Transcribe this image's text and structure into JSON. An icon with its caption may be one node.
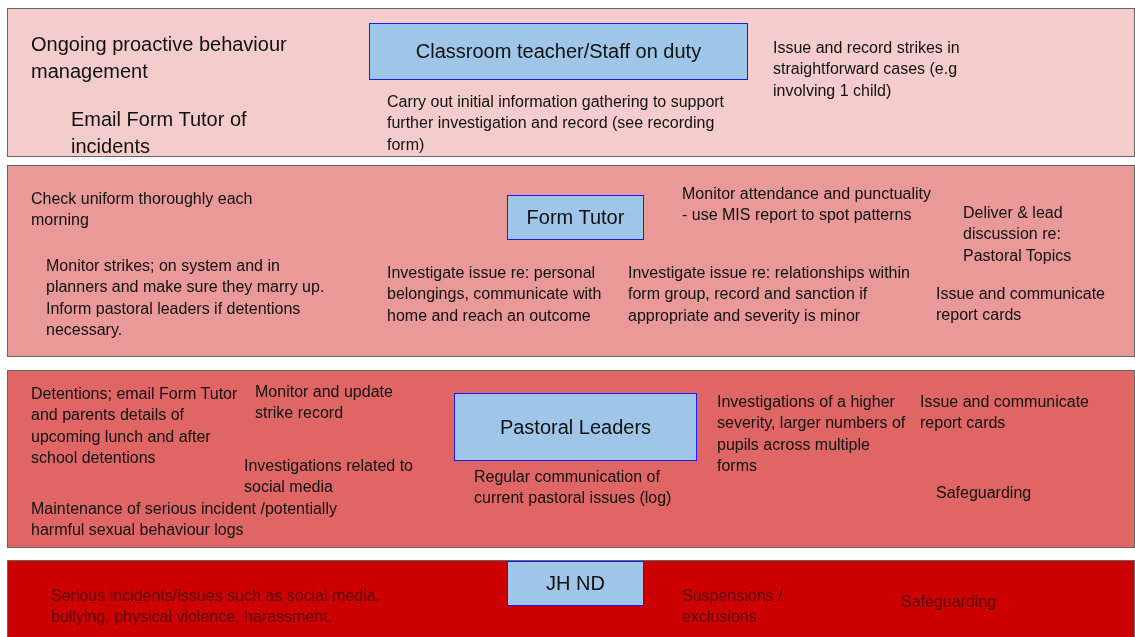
{
  "diagram": {
    "nodes": [
      {
        "text": [
          "Ongoing proactive behaviour management",
          "Email Form Tutor of incidents",
          "Carry out initial information gathering to support further investigation and record (see recording form)",
          "Issue and record strikes in straightforward cases (e.g involving 1 child)"
        ]
      },
      {
        "text": [
          "Classroom teacher/Staff on duty"
        ],
        "in": 0
      },
      {
        "text": [
          "Check uniform thoroughly each morning",
          "Monitor strikes; on system and in planners and make sure they marry up. Inform pastoral leaders if detentions necessary.",
          "Investigate issue re: personal belongings, communicate with home and reach an outcome",
          "Monitor attendance and punctuality - use MIS report to spot patterns",
          "Investigate issue re: relationships within form group, record and sanction if appropriate and severity is minor",
          "Deliver & lead discussion re: Pastoral Topics",
          "Issue and communicate report cards"
        ]
      },
      {
        "text": [
          "Form Tutor"
        ],
        "in": 2
      },
      {
        "text": [
          "Detentions; email Form Tutor and parents details of upcoming lunch and after school detentions",
          "Monitor and update strike record",
          "Investigations related to social media",
          "Maintenance of serious incident /potentially  harmful sexual behaviour logs",
          "Regular communication of current pastoral issues (log)",
          "Investigations of a higher severity, larger numbers of pupils across multiple forms",
          "Issue and communicate report cards",
          "Safeguarding"
        ]
      },
      {
        "text": [
          "Pastoral Leaders"
        ],
        "in": 4
      },
      {
        "text": [
          "Serious incidents/issues such as social media, bullying, physical violence, harassment,",
          "Suspensions / exclusions",
          "Safeguarding"
        ]
      },
      {
        "text": [
          "JH ND"
        ],
        "in": 6
      }
    ]
  }
}
